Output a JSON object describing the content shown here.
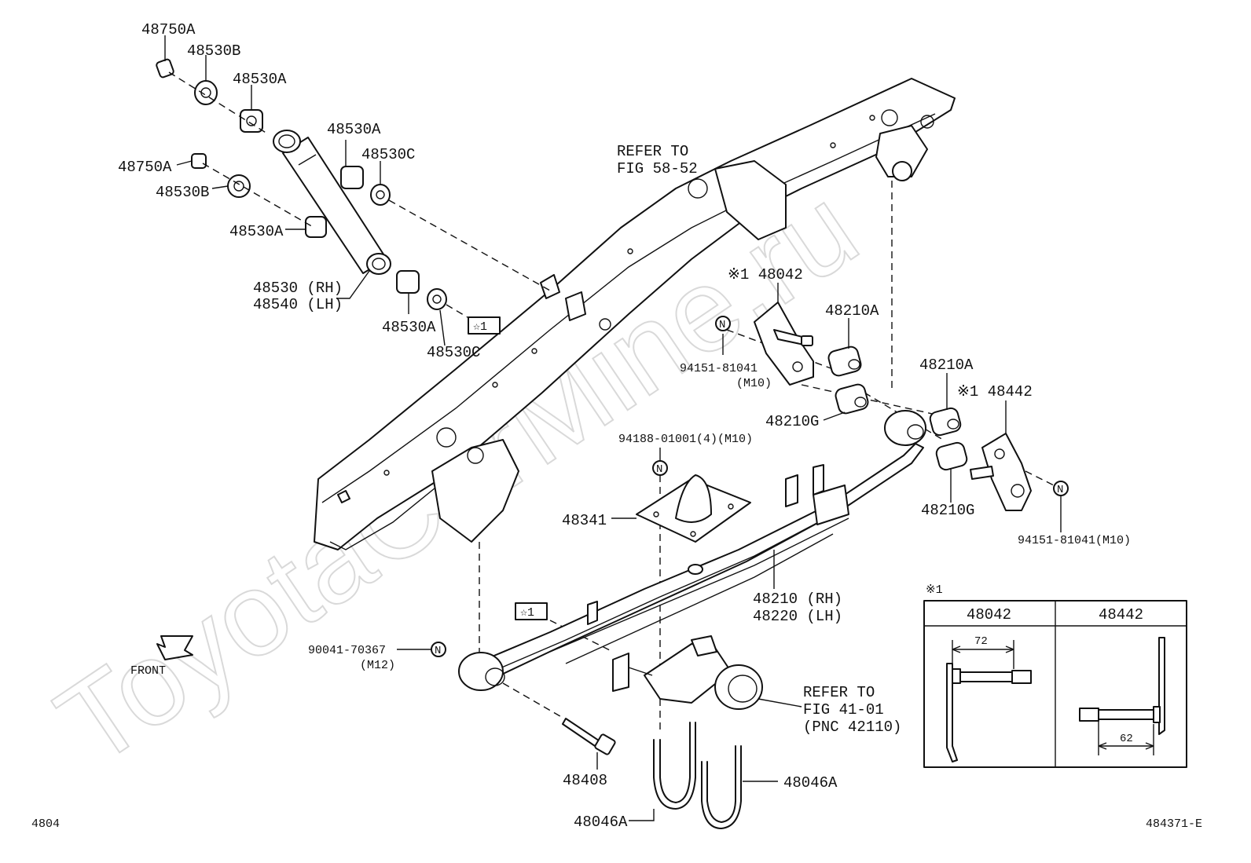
{
  "watermark": "ToyotaCarMine.ru",
  "page_code": "4804",
  "figure_code": "484371-E",
  "front_label": "FRONT",
  "refer_frame": {
    "line1": "REFER TO",
    "line2": "FIG 58-52"
  },
  "refer_axle": {
    "line1": "REFER TO",
    "line2": "FIG 41-01",
    "line3": "(PNC 42110)"
  },
  "labels": {
    "p48750A_top": "48750A",
    "p48530B_top": "48530B",
    "p48530A_top": "48530A",
    "p48530A_mid": "48530A",
    "p48530C_mid": "48530C",
    "p48750A_left": "48750A",
    "p48530B_left": "48530B",
    "p48530A_left": "48530A",
    "shock_rh": "48530 (RH)",
    "shock_lh": "48540 (LH)",
    "p48530A_low": "48530A",
    "p48530C_low": "48530C",
    "star1_a": "☆1",
    "p48042": "※1 48042",
    "p48210A_a": "48210A",
    "bolt_94151_a": "94151-81041",
    "bolt_94151_a_size": "(M10)",
    "p48210G_a": "48210G",
    "p48210A_b": "48210A",
    "p48442": "※1 48442",
    "p48210G_b": "48210G",
    "bolt_94151_b": "94151-81041(M10)",
    "nut_94188": "94188-01001(4)(M10)",
    "p48341": "48341",
    "spring_rh": "48210 (RH)",
    "spring_lh": "48220 (LH)",
    "star1_b": "☆1",
    "bolt_90041": "90041-70367",
    "bolt_90041_size": "(M12)",
    "p48408": "48408",
    "p48046A_a": "48046A",
    "p48046A_b": "48046A",
    "note_symbol": "N"
  },
  "inset": {
    "title": "※1",
    "col1": "48042",
    "col2": "48442",
    "dim1": "72",
    "dim2": "62"
  }
}
